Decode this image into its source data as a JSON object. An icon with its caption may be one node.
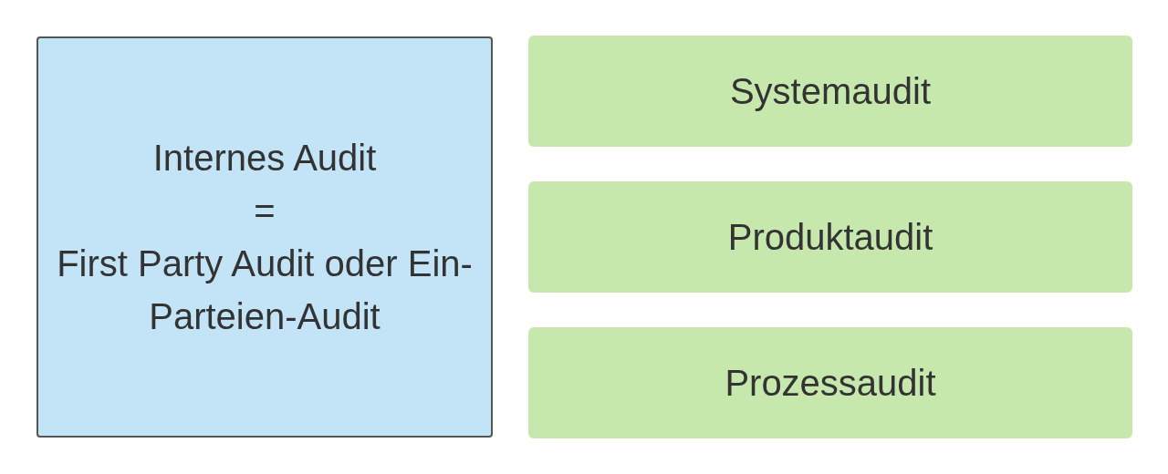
{
  "diagram": {
    "nodes": [
      {
        "text": [
          "Internes Audit",
          "=",
          "First Party Audit oder Ein-Parteien-Audit"
        ]
      },
      {
        "text": [
          "Systemaudit"
        ]
      },
      {
        "text": [
          "Produktaudit"
        ]
      },
      {
        "text": [
          "Prozessaudit"
        ]
      }
    ]
  }
}
